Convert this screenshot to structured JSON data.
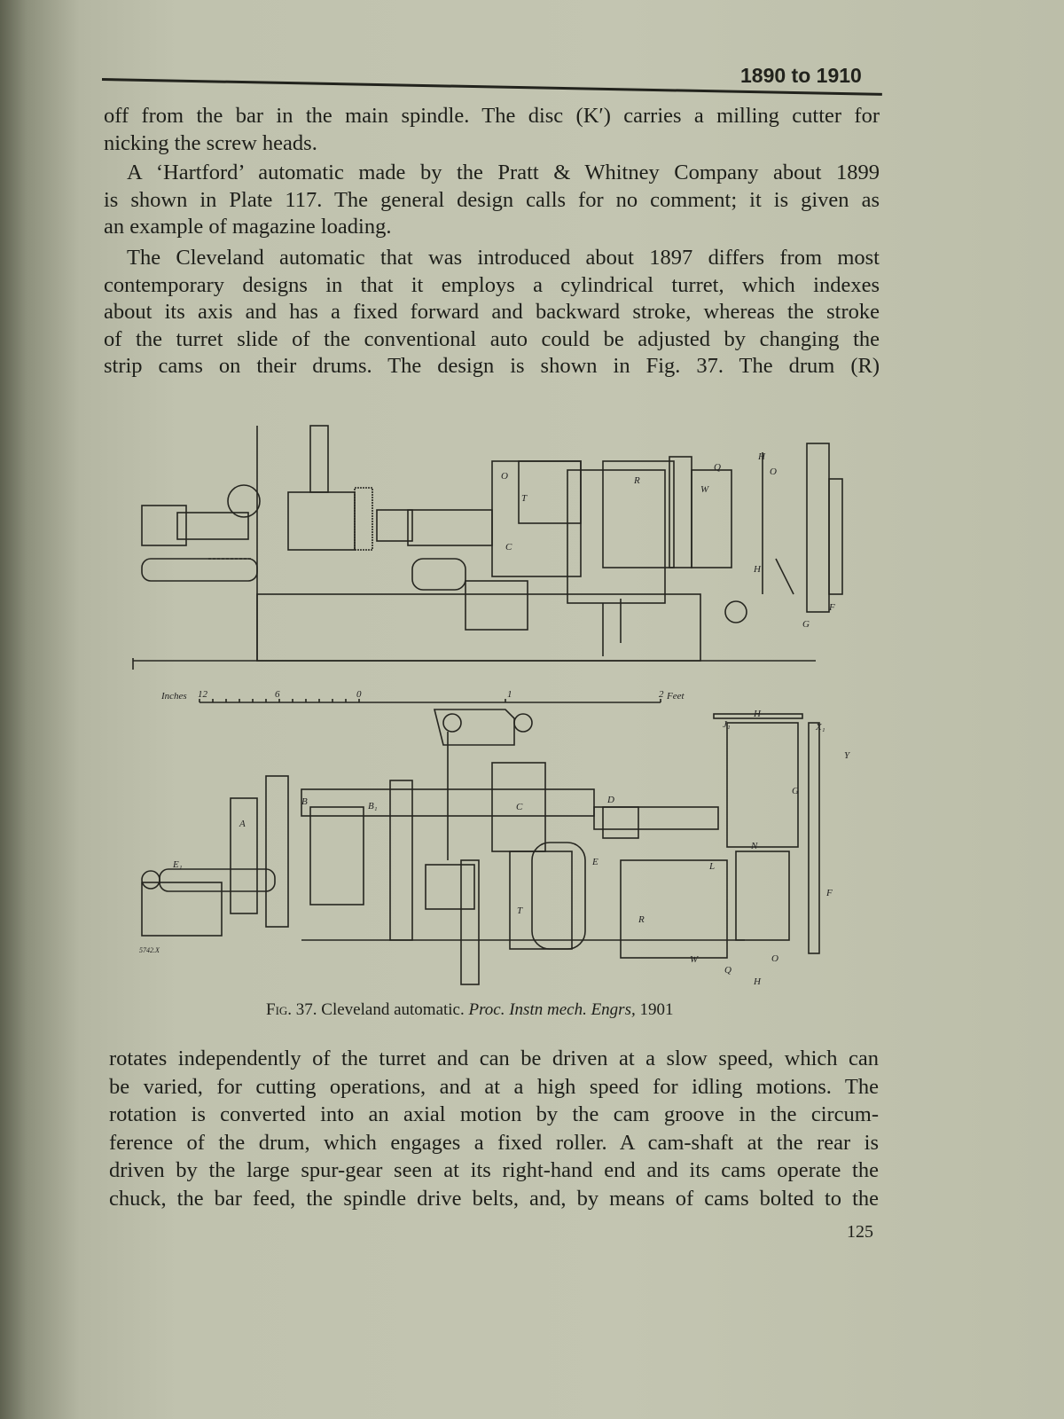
{
  "header": {
    "running_head": "1890 to 1910"
  },
  "body_top": {
    "p1": [
      "off from the bar in the main spindle. The disc (K′) carries a milling cutter for",
      "nicking the screw heads."
    ],
    "p2": [
      "A ‘Hartford’ automatic made by the Pratt & Whitney Company about 1899",
      "is shown in Plate 117. The general design calls for no comment; it is given as",
      "an example of magazine loading."
    ],
    "p3": [
      "The Cleveland automatic that was introduced about 1897 differs from most",
      "contemporary designs in that it employs a cylindrical turret, which indexes",
      "about its axis and has a fixed forward and backward stroke, whereas the stroke",
      "of the turret slide of the conventional auto could be adjusted by changing the",
      "strip cams on their drums. The design is shown in Fig. 37. The drum (R)"
    ]
  },
  "figure": {
    "scale": {
      "label_left": "Inches",
      "ticks": [
        "12",
        "6",
        "0",
        "1",
        "2"
      ],
      "label_right": "Feet"
    },
    "upper_labels": [
      "O",
      "T",
      "C",
      "R",
      "Q",
      "W",
      "H",
      "O",
      "H",
      "F",
      "G"
    ],
    "lower_labels": [
      "A",
      "B",
      "B₁",
      "C",
      "D",
      "E",
      "E₁",
      "N",
      "L",
      "G",
      "J₁",
      "H",
      "X₁",
      "Y",
      "T",
      "R",
      "F",
      "W",
      "Q",
      "O",
      "H"
    ],
    "ref": "5742.X",
    "caption": {
      "fig": "Fig. 37.",
      "title": "Cleveland automatic.",
      "source": "Proc. Instn mech. Engrs,",
      "year": "1901"
    }
  },
  "body_bottom": {
    "p1": [
      "rotates independently of the turret and can be driven at a slow speed, which can",
      "be varied, for cutting operations, and at a high speed for idling motions. The",
      "rotation is converted into an axial motion by the cam groove in the circum-",
      "ference of the drum, which engages a fixed roller. A cam-shaft at the rear is",
      "driven by the large spur-gear seen at its right-hand end and its cams operate the",
      "chuck, the bar feed, the spindle drive belts, and, by means of cams bolted to the"
    ]
  },
  "footer": {
    "page_number": "125"
  }
}
